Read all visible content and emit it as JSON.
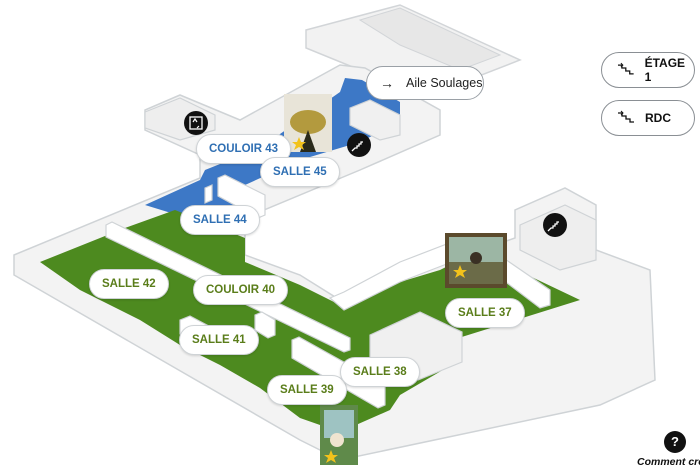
{
  "map": {
    "rooms": [
      {
        "id": "salle-45",
        "label": "SALLE 45",
        "theme": "blue"
      },
      {
        "id": "couloir-43",
        "label": "COULOIR 43",
        "theme": "blue"
      },
      {
        "id": "salle-44",
        "label": "SALLE 44",
        "theme": "blue"
      },
      {
        "id": "salle-42",
        "label": "SALLE 42",
        "theme": "green"
      },
      {
        "id": "couloir-40",
        "label": "COULOIR 40",
        "theme": "green"
      },
      {
        "id": "salle-41",
        "label": "SALLE 41",
        "theme": "green"
      },
      {
        "id": "salle-39",
        "label": "SALLE 39",
        "theme": "green"
      },
      {
        "id": "salle-38",
        "label": "SALLE 38",
        "theme": "green"
      },
      {
        "id": "salle-37",
        "label": "SALLE 37",
        "theme": "green"
      }
    ],
    "colors": {
      "blue_zone": "#3d78c6",
      "green_zone": "#4d8a1f",
      "wall": "#ffffff",
      "wall_side": "#d9dcdf",
      "floor": "#efefef"
    },
    "icons": [
      "elevator-icon",
      "stairs-icon",
      "star-icon",
      "artwork-thumbnail"
    ]
  },
  "links": {
    "aile_soulages": "Aile Soulages"
  },
  "floors": {
    "etage1": "ÉTAGE 1",
    "rdc": "RDC"
  },
  "help": {
    "symbol": "?",
    "text": "Comment cre"
  }
}
